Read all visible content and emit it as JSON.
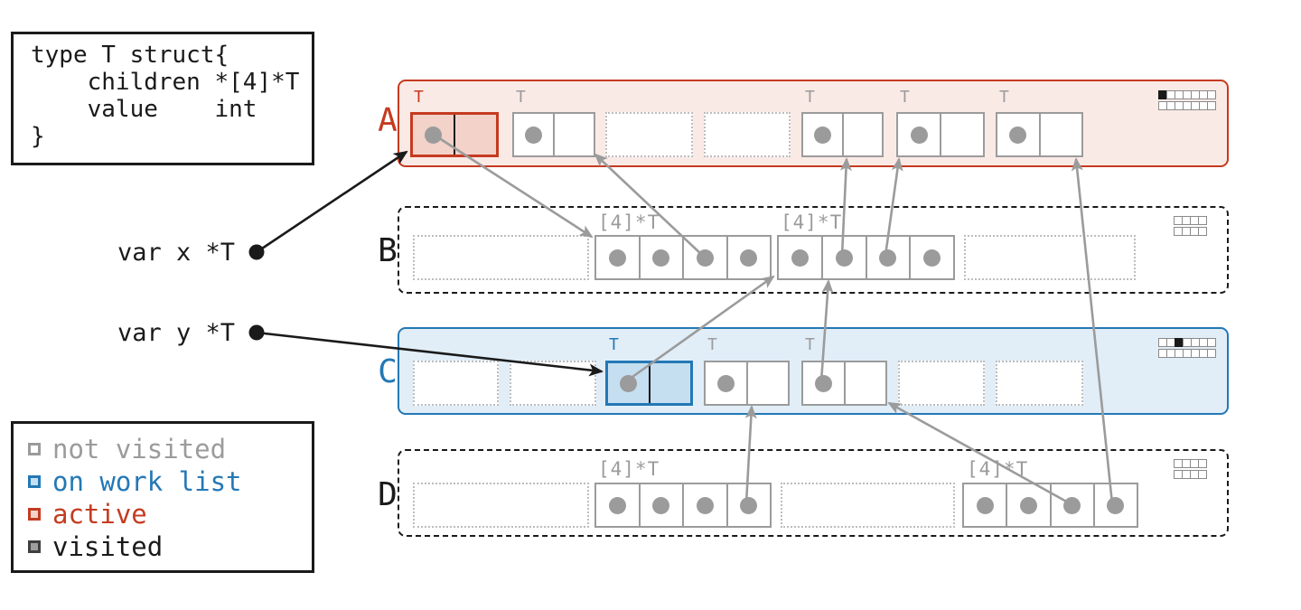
{
  "code_box": {
    "text": "type T struct{\n    children *[4]*T\n    value    int\n}"
  },
  "vars": {
    "x": "var x *T",
    "y": "var y *T"
  },
  "legend": {
    "items": [
      {
        "label": "not visited",
        "color": "#9b9b9b"
      },
      {
        "label": "on work list",
        "color": "#2478b5"
      },
      {
        "label": "active",
        "color": "#c53b20"
      },
      {
        "label": "visited",
        "color": "#1a1a1a"
      }
    ]
  },
  "regions": [
    {
      "label": "A",
      "state": "active",
      "bitmap": {
        "rows": 2,
        "cols": 7,
        "filled": [
          [
            0,
            0
          ]
        ]
      },
      "slots": [
        {
          "kind": "struct",
          "type_label": "T",
          "state": "active",
          "fields": [
            "children",
            "value"
          ]
        },
        {
          "kind": "struct",
          "type_label": "T",
          "state": "not visited"
        },
        {
          "kind": "free"
        },
        {
          "kind": "free"
        },
        {
          "kind": "struct",
          "type_label": "T",
          "state": "not visited"
        },
        {
          "kind": "struct",
          "type_label": "T",
          "state": "not visited"
        },
        {
          "kind": "struct",
          "type_label": "T",
          "state": "not visited"
        }
      ]
    },
    {
      "label": "B",
      "state": "not visited",
      "bitmap": {
        "rows": 2,
        "cols": 4,
        "filled": []
      },
      "slots": [
        {
          "kind": "free"
        },
        {
          "kind": "array",
          "type_label": "[4]*T",
          "cells": 4
        },
        {
          "kind": "array",
          "type_label": "[4]*T",
          "cells": 4
        },
        {
          "kind": "free"
        }
      ]
    },
    {
      "label": "C",
      "state": "on work list",
      "bitmap": {
        "rows": 2,
        "cols": 7,
        "filled": [
          [
            0,
            2
          ]
        ]
      },
      "slots": [
        {
          "kind": "free"
        },
        {
          "kind": "free"
        },
        {
          "kind": "struct",
          "type_label": "T",
          "state": "on work list"
        },
        {
          "kind": "struct",
          "type_label": "T",
          "state": "not visited"
        },
        {
          "kind": "struct",
          "type_label": "T",
          "state": "not visited"
        },
        {
          "kind": "free"
        },
        {
          "kind": "free"
        }
      ]
    },
    {
      "label": "D",
      "state": "not visited",
      "bitmap": {
        "rows": 2,
        "cols": 4,
        "filled": []
      },
      "slots": [
        {
          "kind": "free"
        },
        {
          "kind": "array",
          "type_label": "[4]*T",
          "cells": 4
        },
        {
          "kind": "free"
        },
        {
          "kind": "array",
          "type_label": "[4]*T",
          "cells": 4
        }
      ]
    }
  ],
  "pointers": [
    {
      "from": "var x",
      "to": "A.slot1 (active T)",
      "color": "black"
    },
    {
      "from": "var y",
      "to": "C.slot3 (work-list T)",
      "color": "black"
    },
    {
      "from": "A.slot1.children",
      "to": "B.array1",
      "color": "gray"
    },
    {
      "from": "B.array1[3]",
      "to": "A.slot2",
      "color": "gray"
    },
    {
      "from": "B.array2[2]",
      "to": "A.slot5",
      "color": "gray"
    },
    {
      "from": "B.array2[3]",
      "to": "A.slot6",
      "color": "gray"
    },
    {
      "from": "C.slot3.children",
      "to": "B.array2",
      "color": "gray"
    },
    {
      "from": "C.slot5.children",
      "to": "B.array2",
      "color": "gray"
    },
    {
      "from": "D.array1[4]",
      "to": "C.slot4",
      "color": "gray"
    },
    {
      "from": "D.array2[3]",
      "to": "C.slot5",
      "color": "gray"
    },
    {
      "from": "D.array2[4]",
      "to": "A.slot7",
      "color": "gray"
    }
  ],
  "colors": {
    "active_accent": "#c53b20",
    "active_bg": "#faeae6",
    "active_fill": "#f2d2c9",
    "worklist_accent": "#2478b5",
    "worklist_bg": "#e1eef8",
    "worklist_fill": "#c5dff1",
    "not_visited_gray": "#9b9b9b",
    "visited_fill": "#9e9e9e",
    "ink": "#1a1a1a"
  }
}
